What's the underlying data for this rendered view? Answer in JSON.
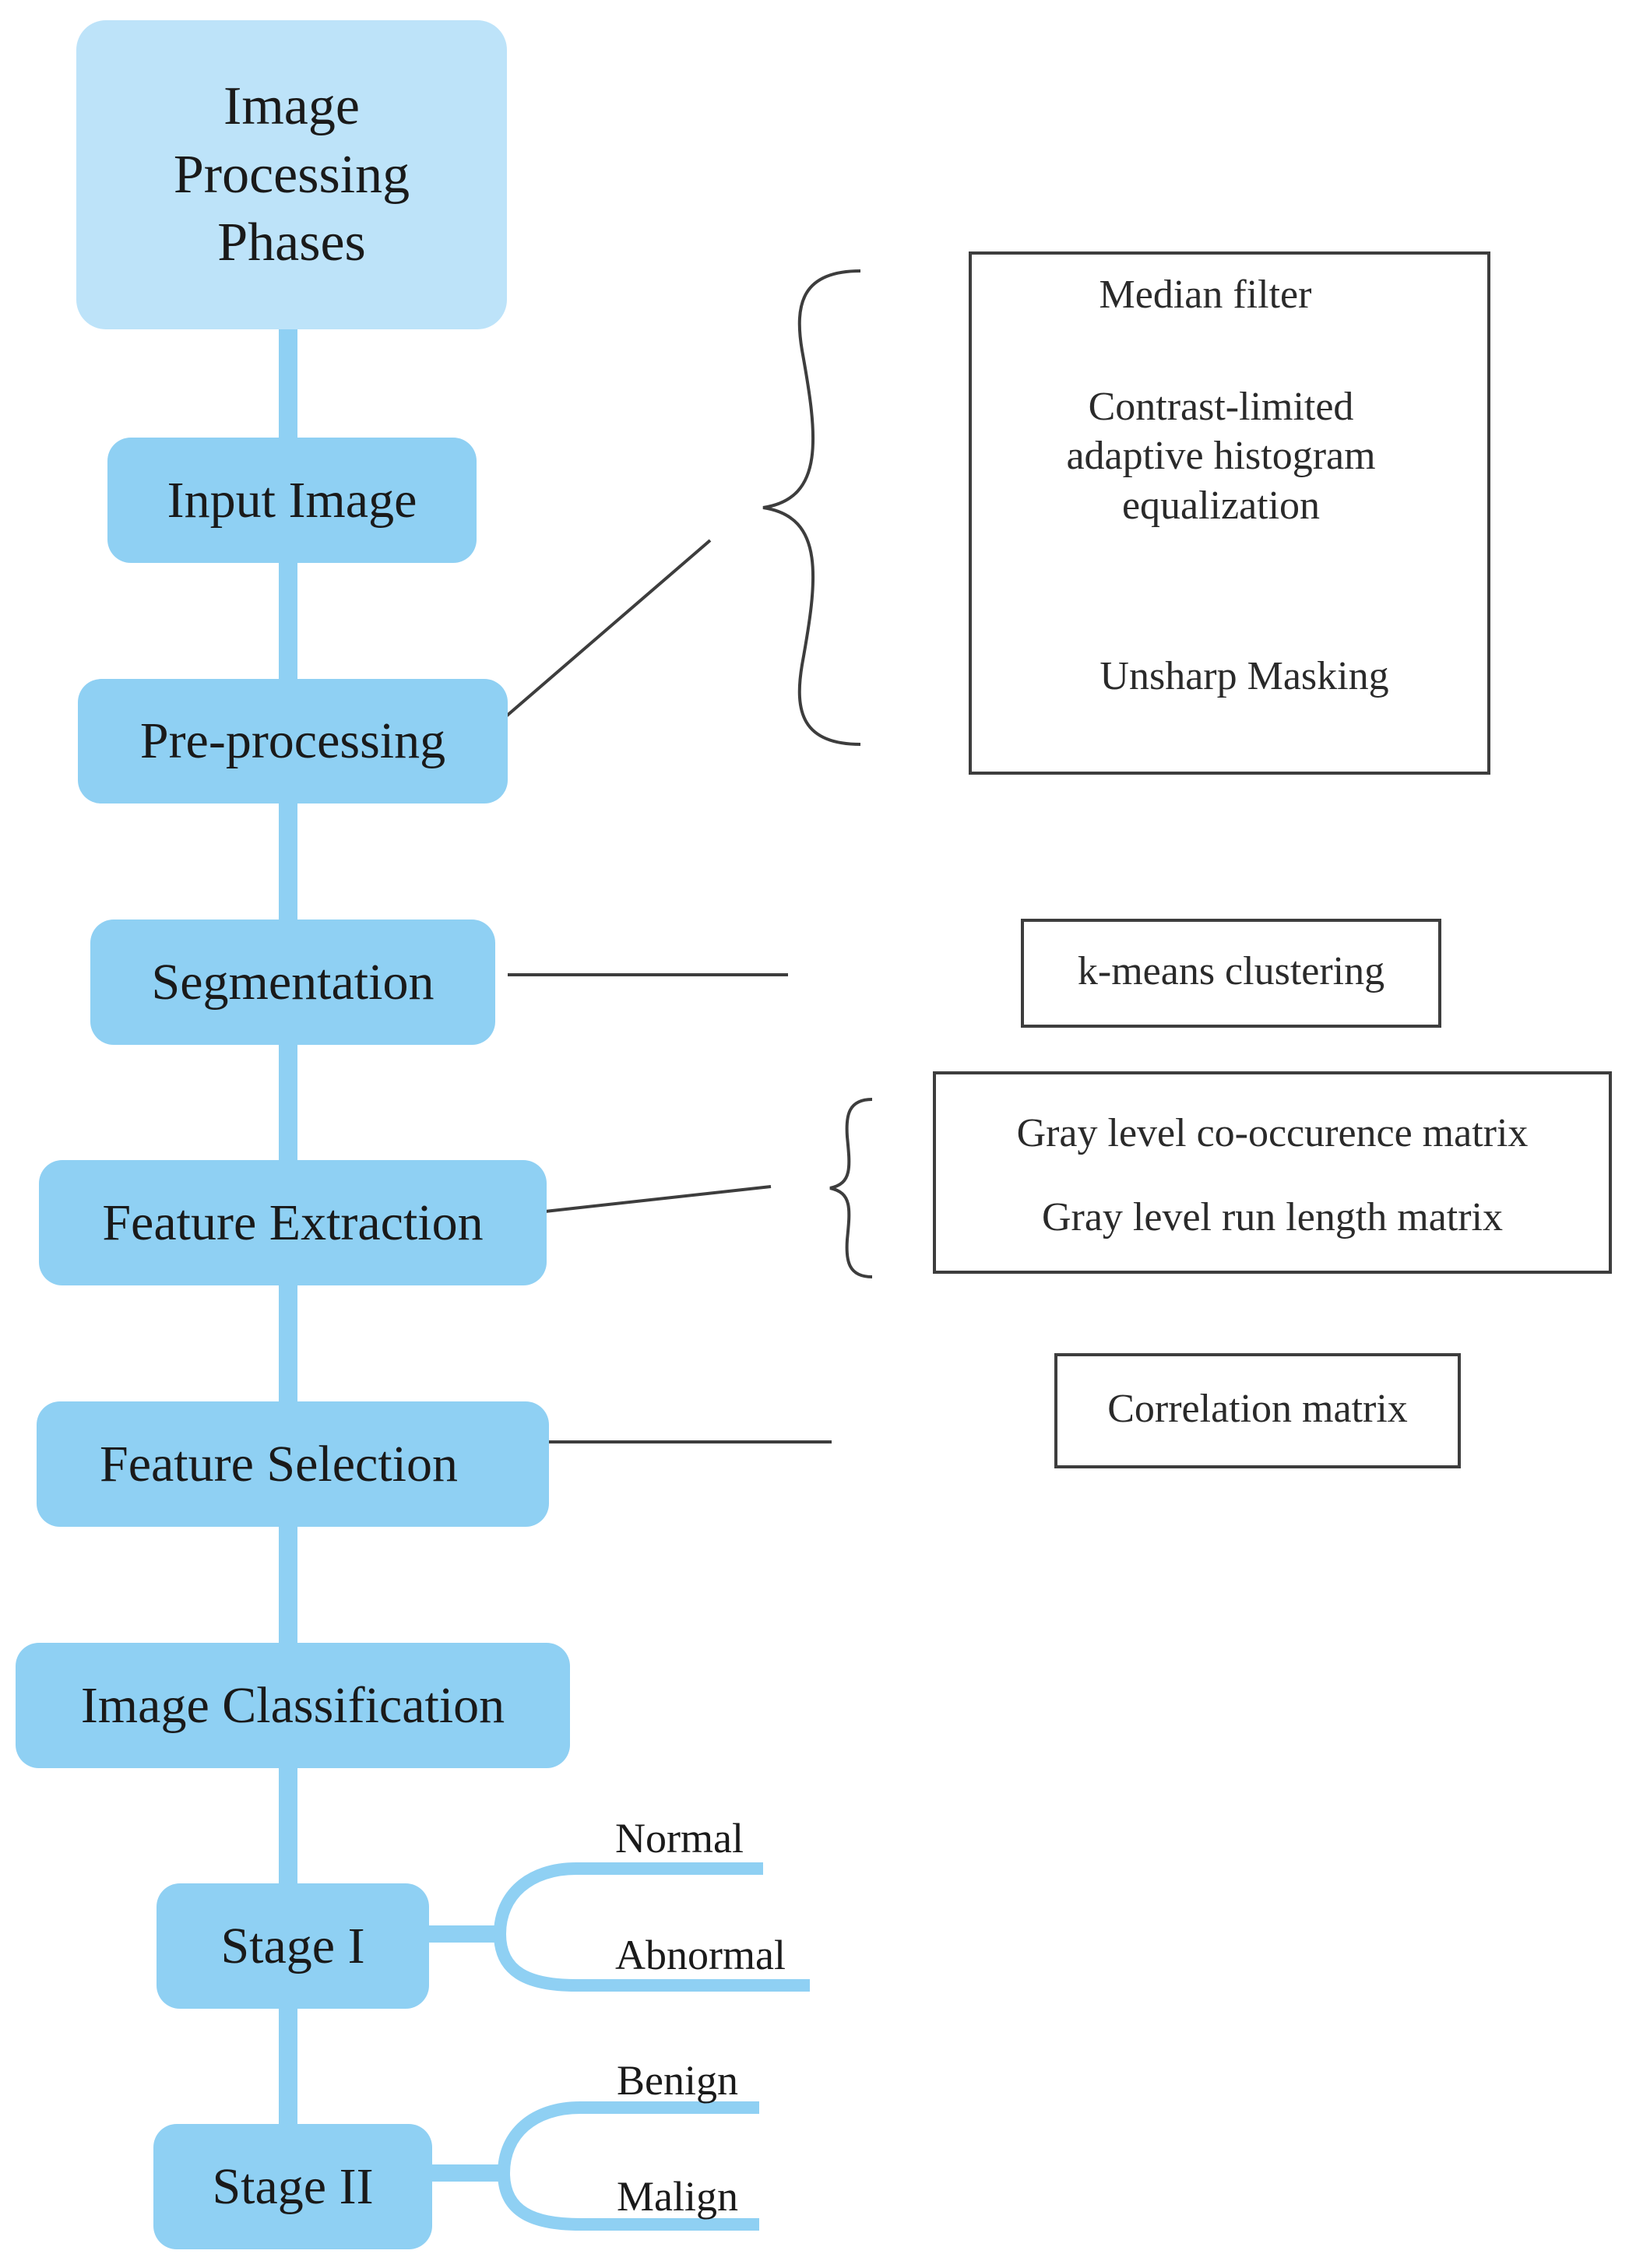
{
  "diagram": {
    "title": "Image Processing Phases",
    "phases": [
      {
        "label": "Input Image"
      },
      {
        "label": "Pre-processing"
      },
      {
        "label": "Segmentation"
      },
      {
        "label": "Feature Extraction"
      },
      {
        "label": "Feature Selection"
      },
      {
        "label": "Image Classification"
      },
      {
        "label": "Stage I"
      },
      {
        "label": "Stage II"
      }
    ],
    "preprocessing_methods": [
      "Median filter",
      "Contrast-limited adaptive histogram equalization",
      "Unsharp Masking"
    ],
    "segmentation_methods": [
      "k-means clustering"
    ],
    "extraction_methods": [
      "Gray level co-occurence matrix",
      "Gray level run length matrix"
    ],
    "selection_methods": [
      "Correlation matrix"
    ],
    "stage1_outcomes": [
      "Normal",
      "Abnormal"
    ],
    "stage2_outcomes": [
      "Benign",
      "Malign"
    ],
    "colors": {
      "title_fill": "#bde3f9",
      "node_fill": "#8fd0f3",
      "connector_stroke": "#3d3d3d"
    }
  }
}
